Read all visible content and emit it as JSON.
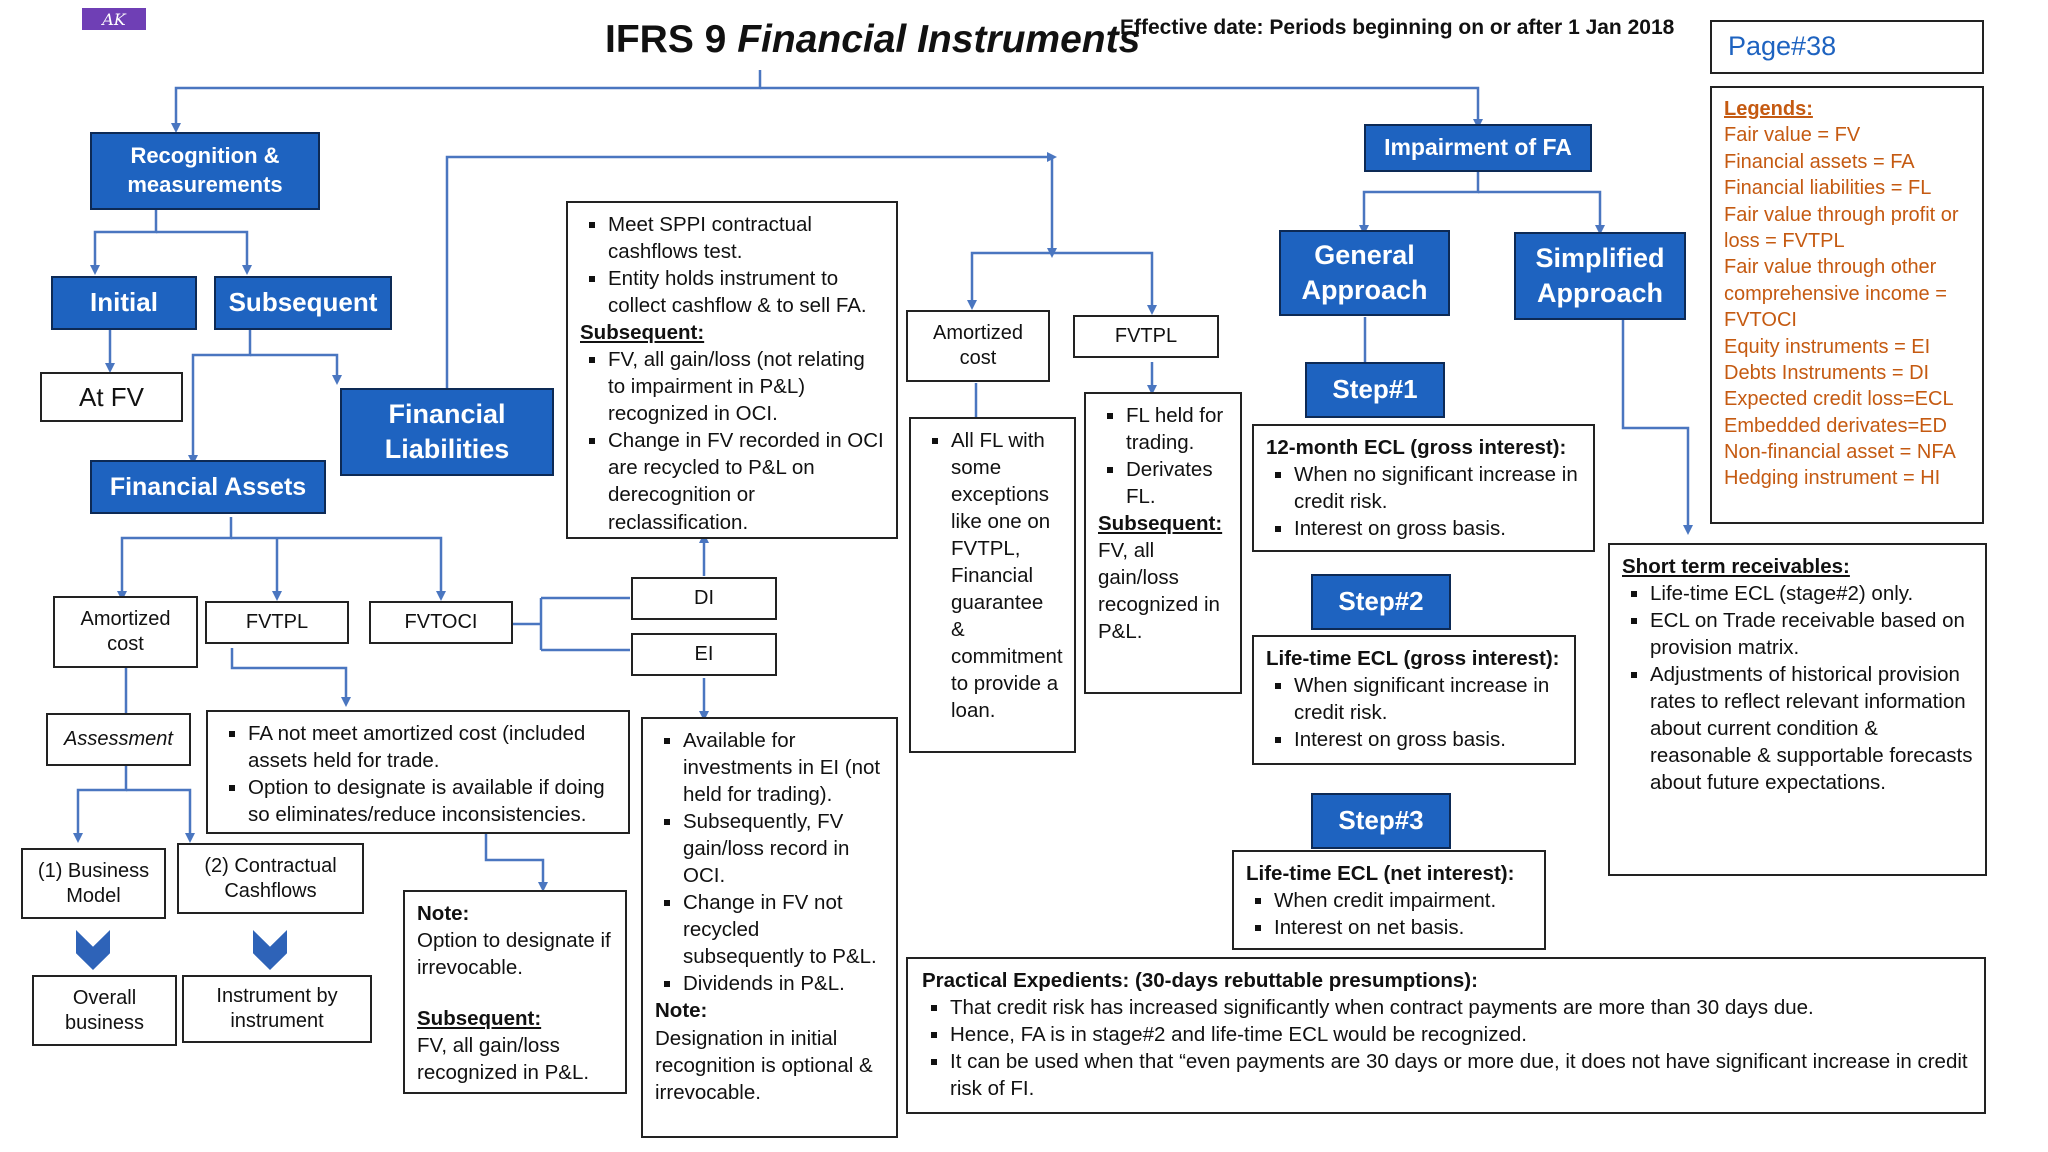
{
  "logo": "AK",
  "title": {
    "main": "IFRS 9",
    "italic": "Financial Instruments"
  },
  "effective_date": "Effective date: Periods beginning on or after 1 Jan 2018",
  "page_number": "Page#38",
  "legends": {
    "title": "Legends:",
    "items": [
      "Fair value = FV",
      "Financial assets = FA",
      "Financial liabilities = FL",
      "Fair value through profit or loss = FVTPL",
      "Fair value through other comprehensive income = FVTOCI",
      "Equity instruments = EI",
      "Debts Instruments = DI",
      "Expected credit loss=ECL",
      "Embedded derivates=ED",
      "Non-financial asset = NFA",
      "Hedging instrument = HI"
    ]
  },
  "recognition": {
    "title": "Recognition & measurements",
    "initial": "Initial",
    "subsequent": "Subsequent",
    "at_fv": "At FV",
    "financial_assets": "Financial Assets",
    "financial_liabilities": "Financial Liabilities"
  },
  "fa_categories": {
    "amortized_cost": "Amortized cost",
    "fvtpl": "FVTPL",
    "fvtoci": "FVTOCI",
    "di": "DI",
    "ei": "EI",
    "assessment": "Assessment",
    "business_model": "(1) Business Model",
    "contractual_cashflows": "(2) Contractual Cashflows",
    "overall_business": "Overall business",
    "instrument_by_instrument": "Instrument by instrument"
  },
  "fvtoci_di_box": {
    "items_top": [
      "Meet SPPI contractual cashflows test.",
      "Entity holds instrument to collect cashflow & to sell FA."
    ],
    "heading": "Subsequent:",
    "items_bottom": [
      "FV, all gain/loss (not relating to impairment in P&L) recognized in OCI.",
      "Change in FV recorded in OCI are recycled to P&L on derecognition or reclassification."
    ]
  },
  "fvtpl_box": {
    "items": [
      "FA not meet amortized cost (included assets held for trade.",
      "Option to designate is available if doing so eliminates/reduce inconsistencies."
    ]
  },
  "note_box": {
    "heading": "Note:",
    "text": "Option to designate if irrevocable.",
    "sub_heading": "Subsequent:",
    "sub_text": "FV, all gain/loss recognized in P&L."
  },
  "ei_box": {
    "items": [
      "Available for investments in EI (not held for trading).",
      "Subsequently, FV gain/loss record in OCI.",
      "Change in FV not recycled subsequently to P&L.",
      "Dividends in P&L."
    ],
    "note_heading": "Note:",
    "note_text": "Designation in initial recognition is optional & irrevocable."
  },
  "fl": {
    "amortized_cost": "Amortized cost",
    "fvtpl": "FVTPL",
    "amortized_items": [
      "All FL with some exceptions like one on FVTPL, Financial guarantee & commitment to provide a loan."
    ],
    "fvtpl_items": [
      "FL held for trading.",
      "Derivates FL."
    ],
    "fvtpl_sub_heading": "Subsequent:",
    "fvtpl_sub_text": "FV, all gain/loss recognized in P&L."
  },
  "impairment": {
    "title": "Impairment of FA",
    "general": "General Approach",
    "simplified": "Simplified Approach",
    "step1": "Step#1",
    "step2": "Step#2",
    "step3": "Step#3",
    "step1_heading": "12-month ECL (gross interest):",
    "step1_items": [
      "When no significant increase in credit risk.",
      "Interest on gross basis."
    ],
    "step2_heading": "Life-time ECL (gross interest):",
    "step2_items": [
      "When significant increase in credit risk.",
      "Interest on gross basis."
    ],
    "step3_heading": "Life-time ECL (net interest):",
    "step3_items": [
      "When credit impairment.",
      "Interest on net basis."
    ],
    "short_term_heading": "Short term receivables:",
    "short_term_items": [
      "Life-time ECL (stage#2) only.",
      "ECL on Trade receivable  based on provision matrix.",
      "Adjustments of historical provision rates to reflect relevant information about current condition & reasonable & supportable forecasts about future expectations."
    ]
  },
  "practical": {
    "heading": "Practical Expedients: (30-days rebuttable presumptions):",
    "items": [
      "That credit risk has increased significantly when contract payments are more than 30 days due.",
      "Hence, FA is in stage#2 and life-time ECL would be recognized.",
      "It can be used when that “even payments are 30 days or more due, it does not have significant increase in credit risk of FI."
    ]
  },
  "colors": {
    "accent": "#1e63c0",
    "connector": "#4a76c0",
    "legend": "#c55a11"
  }
}
